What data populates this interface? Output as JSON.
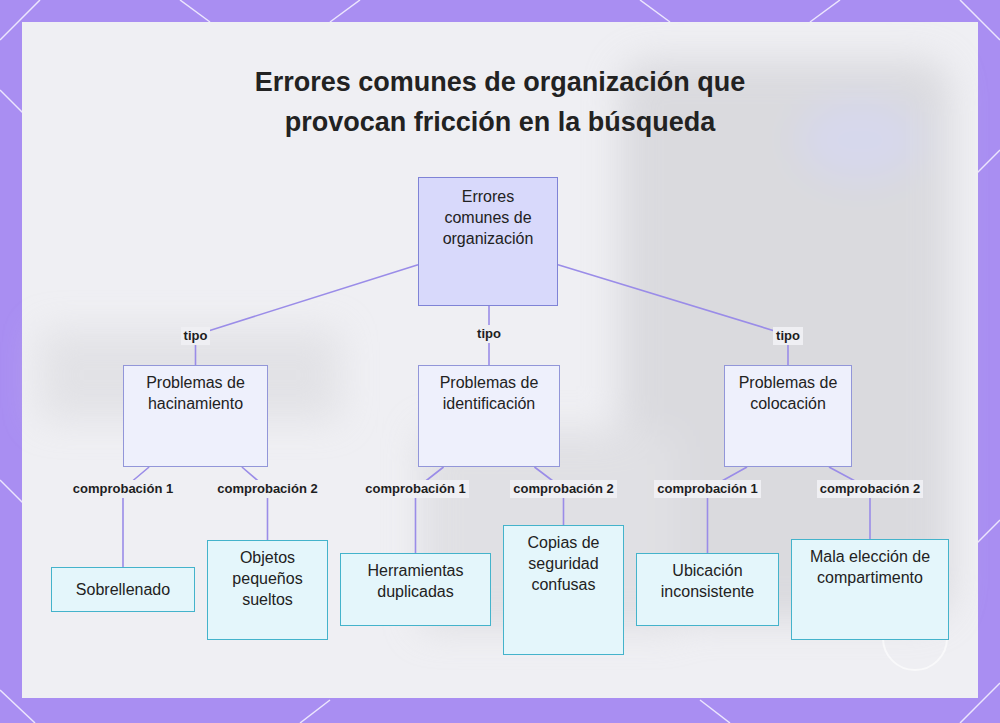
{
  "diagram": {
    "title": "Errores comunes de organización que provocan fricción en la búsqueda",
    "nodes": [
      {
        "text": [
          "Errores comunes de organización"
        ]
      },
      {
        "text": [
          "Problemas de hacinamiento"
        ]
      },
      {
        "text": [
          "Problemas de identificación"
        ]
      },
      {
        "text": [
          "Problemas de colocación"
        ]
      },
      {
        "text": [
          "Sobrellenado"
        ]
      },
      {
        "text": [
          "Objetos pequeños sueltos"
        ]
      },
      {
        "text": [
          "Herramientas duplicadas"
        ]
      },
      {
        "text": [
          "Copias de seguridad confusas"
        ]
      },
      {
        "text": [
          "Ubicación inconsistente"
        ]
      },
      {
        "text": [
          "Mala elección de compartimento"
        ]
      }
    ],
    "edges": [
      {
        "from": 0,
        "to": 1,
        "label": "tipo",
        "arrow": "none"
      },
      {
        "from": 0,
        "to": 2,
        "label": "tipo",
        "arrow": "none"
      },
      {
        "from": 0,
        "to": 3,
        "label": "tipo",
        "arrow": "none"
      },
      {
        "from": 1,
        "to": 4,
        "label": "comprobación 1",
        "arrow": "none"
      },
      {
        "from": 1,
        "to": 5,
        "label": "comprobación 2",
        "arrow": "none"
      },
      {
        "from": 2,
        "to": 6,
        "label": "comprobación 1",
        "arrow": "none"
      },
      {
        "from": 2,
        "to": 7,
        "label": "comprobación 2",
        "arrow": "none"
      },
      {
        "from": 3,
        "to": 8,
        "label": "comprobación 1",
        "arrow": "none"
      },
      {
        "from": 3,
        "to": 9,
        "label": "comprobación 2",
        "arrow": "none"
      }
    ]
  }
}
